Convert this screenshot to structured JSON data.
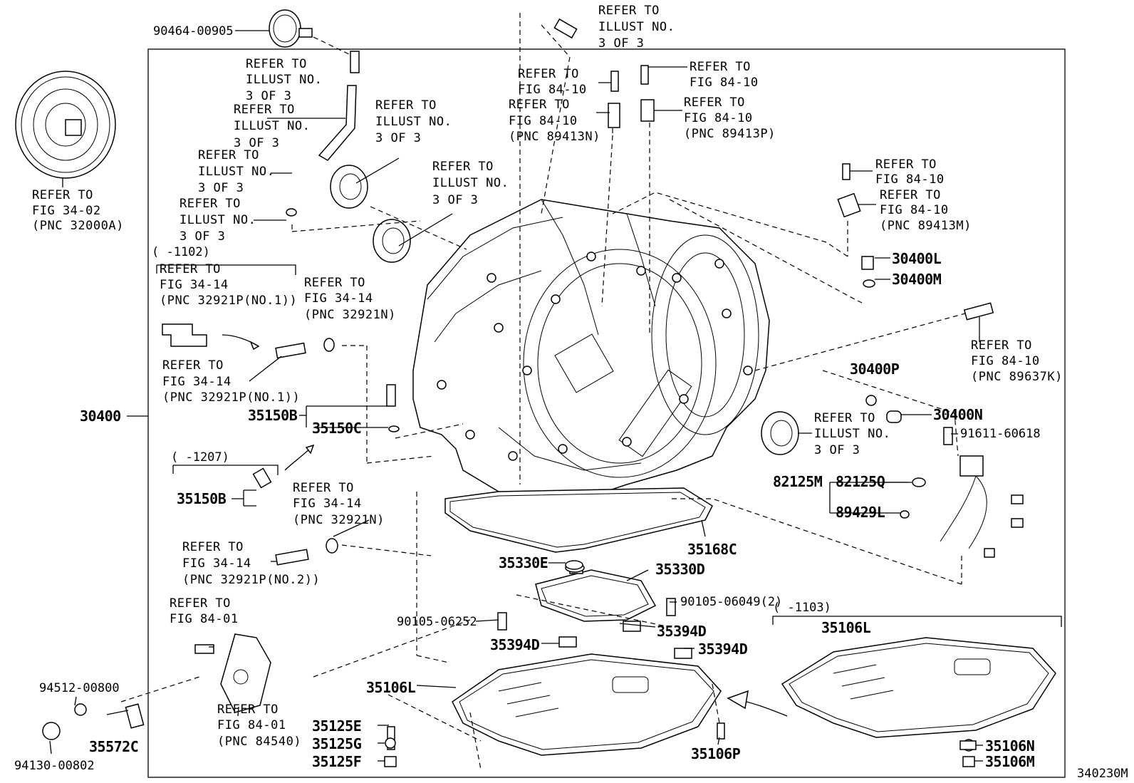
{
  "diagram_id": "340230M",
  "main_assembly": "30400",
  "notes": [
    {
      "id": "n1",
      "lines": [
        "REFER TO",
        "ILLUST NO.",
        "3 OF 3"
      ]
    },
    {
      "id": "n2",
      "lines": [
        "REFER TO",
        "ILLUST NO.",
        "3 OF 3"
      ]
    },
    {
      "id": "n3",
      "lines": [
        "REFER TO",
        "ILLUST NO.",
        "3 OF 3"
      ]
    },
    {
      "id": "n4",
      "lines": [
        "REFER TO",
        "ILLUST NO.",
        "3 OF 3"
      ]
    },
    {
      "id": "n5",
      "lines": [
        "REFER TO",
        "ILLUST NO.",
        "3 OF 3"
      ]
    },
    {
      "id": "n6",
      "lines": [
        "REFER TO",
        "ILLUST NO.",
        "3 OF 3"
      ]
    },
    {
      "id": "n7",
      "lines": [
        "REFER TO",
        "ILLUST NO.",
        "3 OF 3"
      ]
    },
    {
      "id": "n8",
      "lines": [
        "REFER TO",
        "FIG 34-02",
        "(PNC 32000A)"
      ]
    },
    {
      "id": "n9",
      "lines": [
        "REFER TO",
        "FIG 84-10"
      ]
    },
    {
      "id": "n10",
      "lines": [
        "REFER TO",
        "FIG 84-10",
        "(PNC 89413N)"
      ]
    },
    {
      "id": "n11",
      "lines": [
        "REFER TO",
        "FIG 84-10"
      ]
    },
    {
      "id": "n12",
      "lines": [
        "REFER TO",
        "FIG 84-10",
        "(PNC 89413P)"
      ]
    },
    {
      "id": "n13",
      "lines": [
        "REFER TO",
        "FIG 84-10"
      ]
    },
    {
      "id": "n14",
      "lines": [
        "REFER TO",
        "FIG 84-10",
        "(PNC 89413M)"
      ]
    },
    {
      "id": "n15",
      "lines": [
        "REFER TO",
        "FIG 84-10",
        "(PNC 89637K)"
      ]
    },
    {
      "id": "n16",
      "lines": [
        "REFER TO",
        "ILLUST NO.",
        "3 OF 3"
      ]
    },
    {
      "id": "n17",
      "lines": [
        "REFER TO",
        "FIG 34-14",
        "(PNC 32921P(NO.1))"
      ]
    },
    {
      "id": "n18",
      "lines": [
        "REFER TO",
        "FIG 34-14",
        "(PNC 32921N)"
      ]
    },
    {
      "id": "n19",
      "lines": [
        "REFER TO",
        "FIG 34-14",
        "(PNC 32921P(NO.1))"
      ]
    },
    {
      "id": "n20",
      "lines": [
        "REFER TO",
        "FIG 34-14",
        "(PNC 32921N)"
      ]
    },
    {
      "id": "n21",
      "lines": [
        "REFER TO",
        "FIG 34-14",
        "(PNC 32921P(NO.2))"
      ]
    },
    {
      "id": "n22",
      "lines": [
        "REFER TO",
        "FIG 84-01"
      ]
    },
    {
      "id": "n23",
      "lines": [
        "REFER TO",
        "FIG 84-01",
        "(PNC 84540)"
      ]
    }
  ],
  "ranges": {
    "r1102": "(     -1102)",
    "r1207": "(      -1207)",
    "r1103": "(      -1103)"
  },
  "parts": {
    "p9046400905": "90464-00905",
    "p30400": "30400",
    "p35150B_a": "35150B",
    "p35150C": "35150C",
    "p35150B_b": "35150B",
    "p30400L": "30400L",
    "p30400M": "30400M",
    "p30400P": "30400P",
    "p30400N": "30400N",
    "p9161160618": "91611-60618",
    "p82125M": "82125M",
    "p82125Q": "82125Q",
    "p89429L": "89429L",
    "p35168C": "35168C",
    "p35330E": "35330E",
    "p35330D": "35330D",
    "p90105_06049": "90105-06049(2)",
    "p90105_06252": "90105-06252",
    "p35394D_a": "35394D",
    "p35394D_b": "35394D",
    "p35394D_c": "35394D",
    "p35106L_a": "35106L",
    "p35106L_b": "35106L",
    "p35125E": "35125E",
    "p35125G": "35125G",
    "p35125F": "35125F",
    "p35106P": "35106P",
    "p35106N": "35106N",
    "p35106M": "35106M",
    "p9451200800": "94512-00800",
    "p9413000802": "94130-00802",
    "p35572C": "35572C"
  },
  "icons": [
    "torque-converter-icon",
    "transaxle-housing-icon",
    "oil-pan-icon",
    "oil-strainer-icon",
    "wire-harness-icon",
    "speed-sensor-icon",
    "oil-seal-icon",
    "bolt-icon",
    "gasket-icon"
  ]
}
